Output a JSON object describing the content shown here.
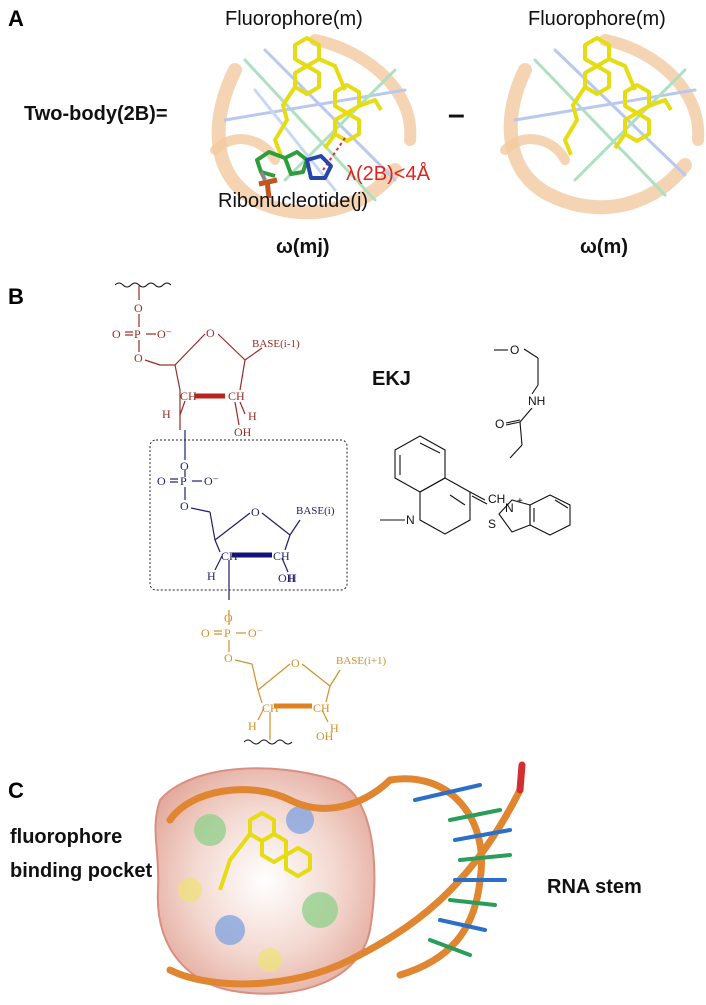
{
  "panelA": {
    "letter": "A",
    "lhs_label": "Two-body(2B)=",
    "minus": "–",
    "fluoro_left": "Fluorophore(m)",
    "fluoro_right": "Fluorophore(m)",
    "distance_label": "λ(2B)<4Å",
    "ribonucleotide": "Ribonucleotide(j)",
    "omega_left": "ω(mj)",
    "omega_right": "ω(m)"
  },
  "panelB": {
    "letter": "B",
    "ekj": "EKJ",
    "top_residue": {
      "O1": "O",
      "P": "P",
      "O2": "O",
      "Ominus": "O⁻",
      "O3": "O",
      "ringO": "O",
      "base": "BASE(i-1)",
      "CH1": "CH",
      "CH2": "CH",
      "H1": "H",
      "H2": "H",
      "OH": "OH"
    },
    "mid_residue": {
      "O1": "O",
      "P": "P",
      "O2": "O",
      "Ominus": "O⁻",
      "O3": "O",
      "ringO": "O",
      "base": "BASE(i)",
      "CH1": "CH",
      "CH2": "CH",
      "H1": "H",
      "H2": "H",
      "OH": "OH"
    },
    "bot_residue": {
      "O1": "O",
      "P": "P",
      "O2": "O",
      "Ominus": "O⁻",
      "O3": "O",
      "ringO": "O",
      "base": "BASE(i+1)",
      "CH1": "CH",
      "CH2": "CH",
      "H1": "H",
      "H2": "H",
      "OH": "OH"
    },
    "ekj_atoms": {
      "O_top": "O",
      "NH": "NH",
      "O_carbonyl": "O",
      "N_quin": "N",
      "CH": "CH",
      "N_plus": "N",
      "plus": "+",
      "S": "S"
    },
    "colors": {
      "top": "#9b2a22",
      "mid": "#1e1e6e",
      "bot": "#d3902a"
    }
  },
  "panelC": {
    "letter": "C",
    "pocket_line1": "fluorophore",
    "pocket_line2": "binding pocket",
    "stem": "RNA stem"
  }
}
